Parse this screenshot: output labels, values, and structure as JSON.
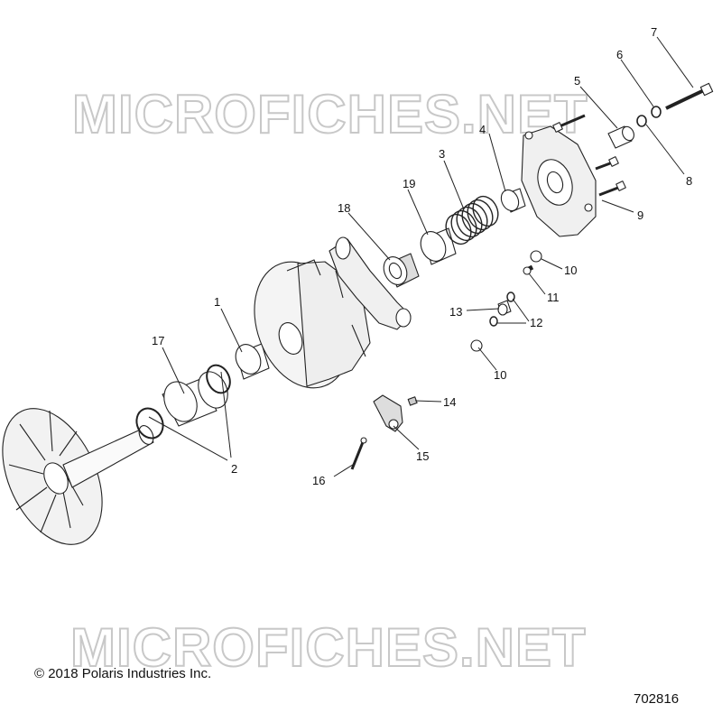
{
  "watermark": "MICROFICHES.NET",
  "copyright": "© 2018 Polaris Industries Inc.",
  "document_number": "702816",
  "callouts": {
    "c1": "1",
    "c2": "2",
    "c3": "3",
    "c4": "4",
    "c5": "5",
    "c6": "6",
    "c7": "7",
    "c8": "8",
    "c9": "9",
    "c10a": "10",
    "c10b": "10",
    "c11": "11",
    "c12": "12",
    "c13": "13",
    "c14": "14",
    "c15": "15",
    "c16": "16",
    "c17": "17",
    "c18": "18",
    "c19": "19"
  }
}
